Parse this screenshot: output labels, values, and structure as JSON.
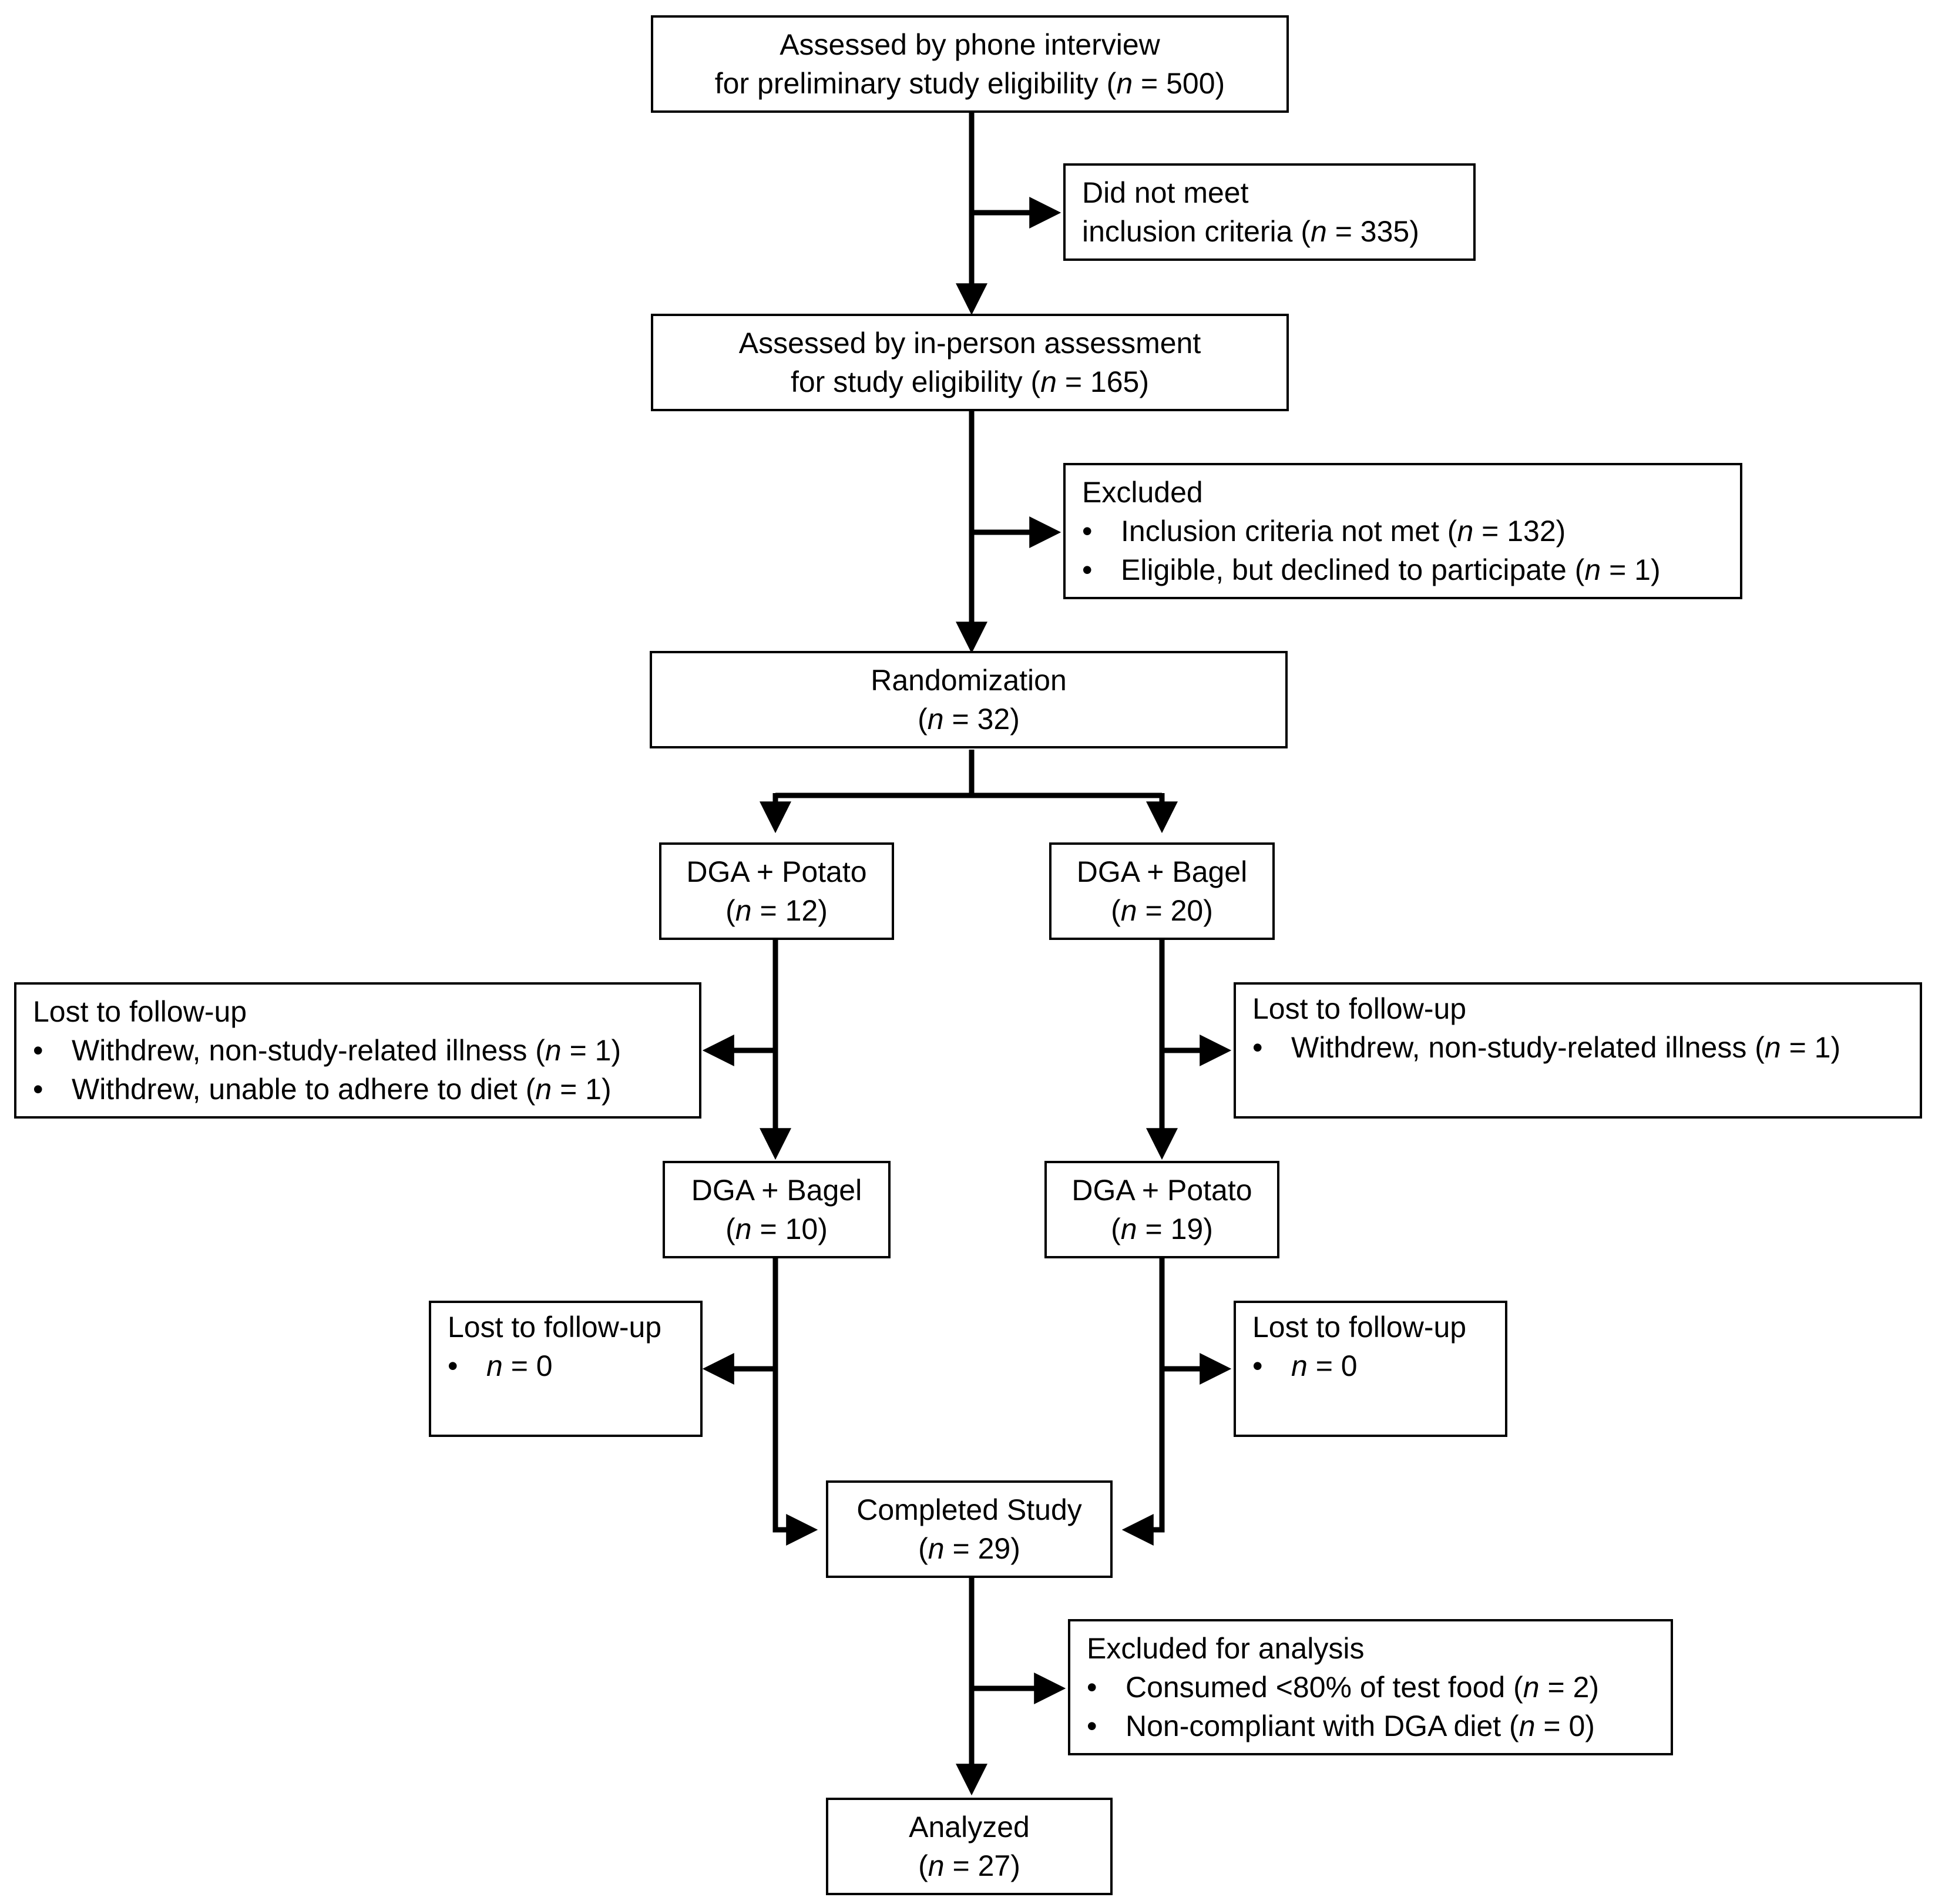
{
  "boxes": {
    "phone": {
      "l1": "Assessed by phone interview",
      "l2_pre": "for preliminary study eligibility (",
      "n_sym": "n",
      "l2_post": " = 500)"
    },
    "not_meet": {
      "l1": "Did not meet",
      "l2_pre": "inclusion criteria (",
      "n_sym": "n",
      "l2_post": " = 335)"
    },
    "inperson": {
      "l1": "Assessed by in-person assessment",
      "l2_pre": "for study eligibility (",
      "n_sym": "n",
      "l2_post": " = 165)"
    },
    "excluded": {
      "title": "Excluded",
      "bullet": "•",
      "b1_pre": "Inclusion criteria not met (",
      "b1_n": "n",
      "b1_post": " = 132)",
      "b2_pre": "Eligible, but declined to participate (",
      "b2_n": "n",
      "b2_post": " = 1)"
    },
    "random": {
      "l1": "Randomization",
      "l2_pre": "(",
      "n_sym": "n",
      "l2_post": " = 32)"
    },
    "left_1": {
      "l1": "DGA + Potato",
      "l2_pre": "(",
      "n_sym": "n",
      "l2_post": " = 12)"
    },
    "right_1": {
      "l1": "DGA + Bagel",
      "l2_pre": "(",
      "n_sym": "n",
      "l2_post": " = 20)"
    },
    "lost_left_1": {
      "title": "Lost to follow-up",
      "bullet": "•",
      "b1_pre": "Withdrew, non-study-related illness (",
      "b1_n": "n",
      "b1_post": " = 1)",
      "b2_pre": "Withdrew, unable to adhere to diet (",
      "b2_n": "n",
      "b2_post": " = 1)"
    },
    "lost_right_1": {
      "title": "Lost to follow-up",
      "bullet": "•",
      "b1_pre": "Withdrew, non-study-related illness (",
      "b1_n": "n",
      "b1_post": " = 1)"
    },
    "left_2": {
      "l1": "DGA + Bagel",
      "l2_pre": "(",
      "n_sym": "n",
      "l2_post": " = 10)"
    },
    "right_2": {
      "l1": "DGA + Potato",
      "l2_pre": "(",
      "n_sym": "n",
      "l2_post": " = 19)"
    },
    "lost_left_2": {
      "title": "Lost to follow-up",
      "bullet": "•",
      "b1_n": "n",
      "b1_post": " = 0"
    },
    "lost_right_2": {
      "title": "Lost to follow-up",
      "bullet": "•",
      "b1_n": "n",
      "b1_post": " = 0"
    },
    "completed": {
      "l1": "Completed Study",
      "l2_pre": "(",
      "n_sym": "n",
      "l2_post": " = 29)"
    },
    "excl_analysis": {
      "title": "Excluded for analysis",
      "bullet": "•",
      "b1_pre": "Consumed <80% of test food (",
      "b1_n": "n",
      "b1_post": " = 2)",
      "b2_pre": "Non-compliant with DGA diet (",
      "b2_n": "n",
      "b2_post": " = 0)"
    },
    "analyzed": {
      "l1": "Analyzed",
      "l2_pre": "(",
      "n_sym": "n",
      "l2_post": " = 27)"
    }
  }
}
